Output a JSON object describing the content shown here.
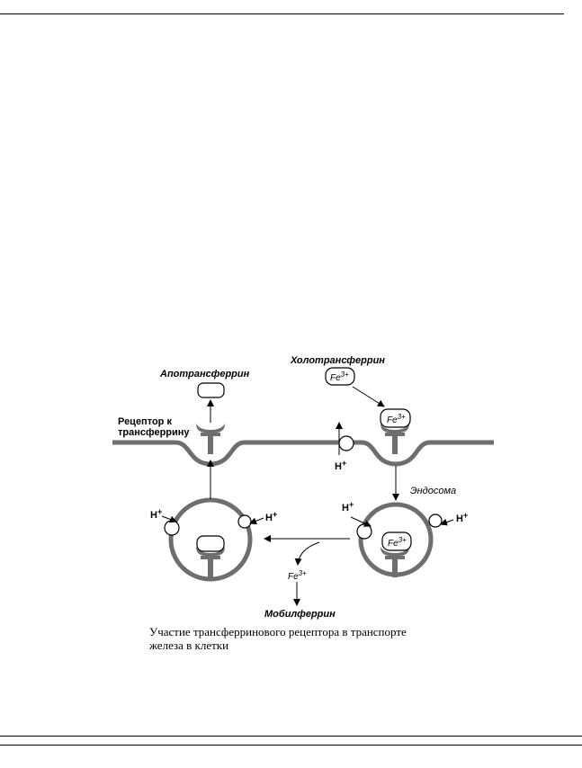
{
  "diagram": {
    "labels": {
      "apotransferrin": "Апотрансферрин",
      "holotransferrin": "Холотрансферрин",
      "receptor_line1": "Рецептор к",
      "receptor_line2": "трансферрину",
      "endosome": "Эндосома",
      "mobilferrin": "Мобилферрин",
      "fe": "Fe",
      "fe_charge": "3+",
      "h": "H",
      "h_charge": "+"
    },
    "colors": {
      "membrane": "#6e6e6e",
      "line": "#000000",
      "fill": "#ffffff"
    }
  },
  "caption": {
    "line1": "Участие трансферринового рецептора в транспорте",
    "line2": "железа в клетки"
  }
}
